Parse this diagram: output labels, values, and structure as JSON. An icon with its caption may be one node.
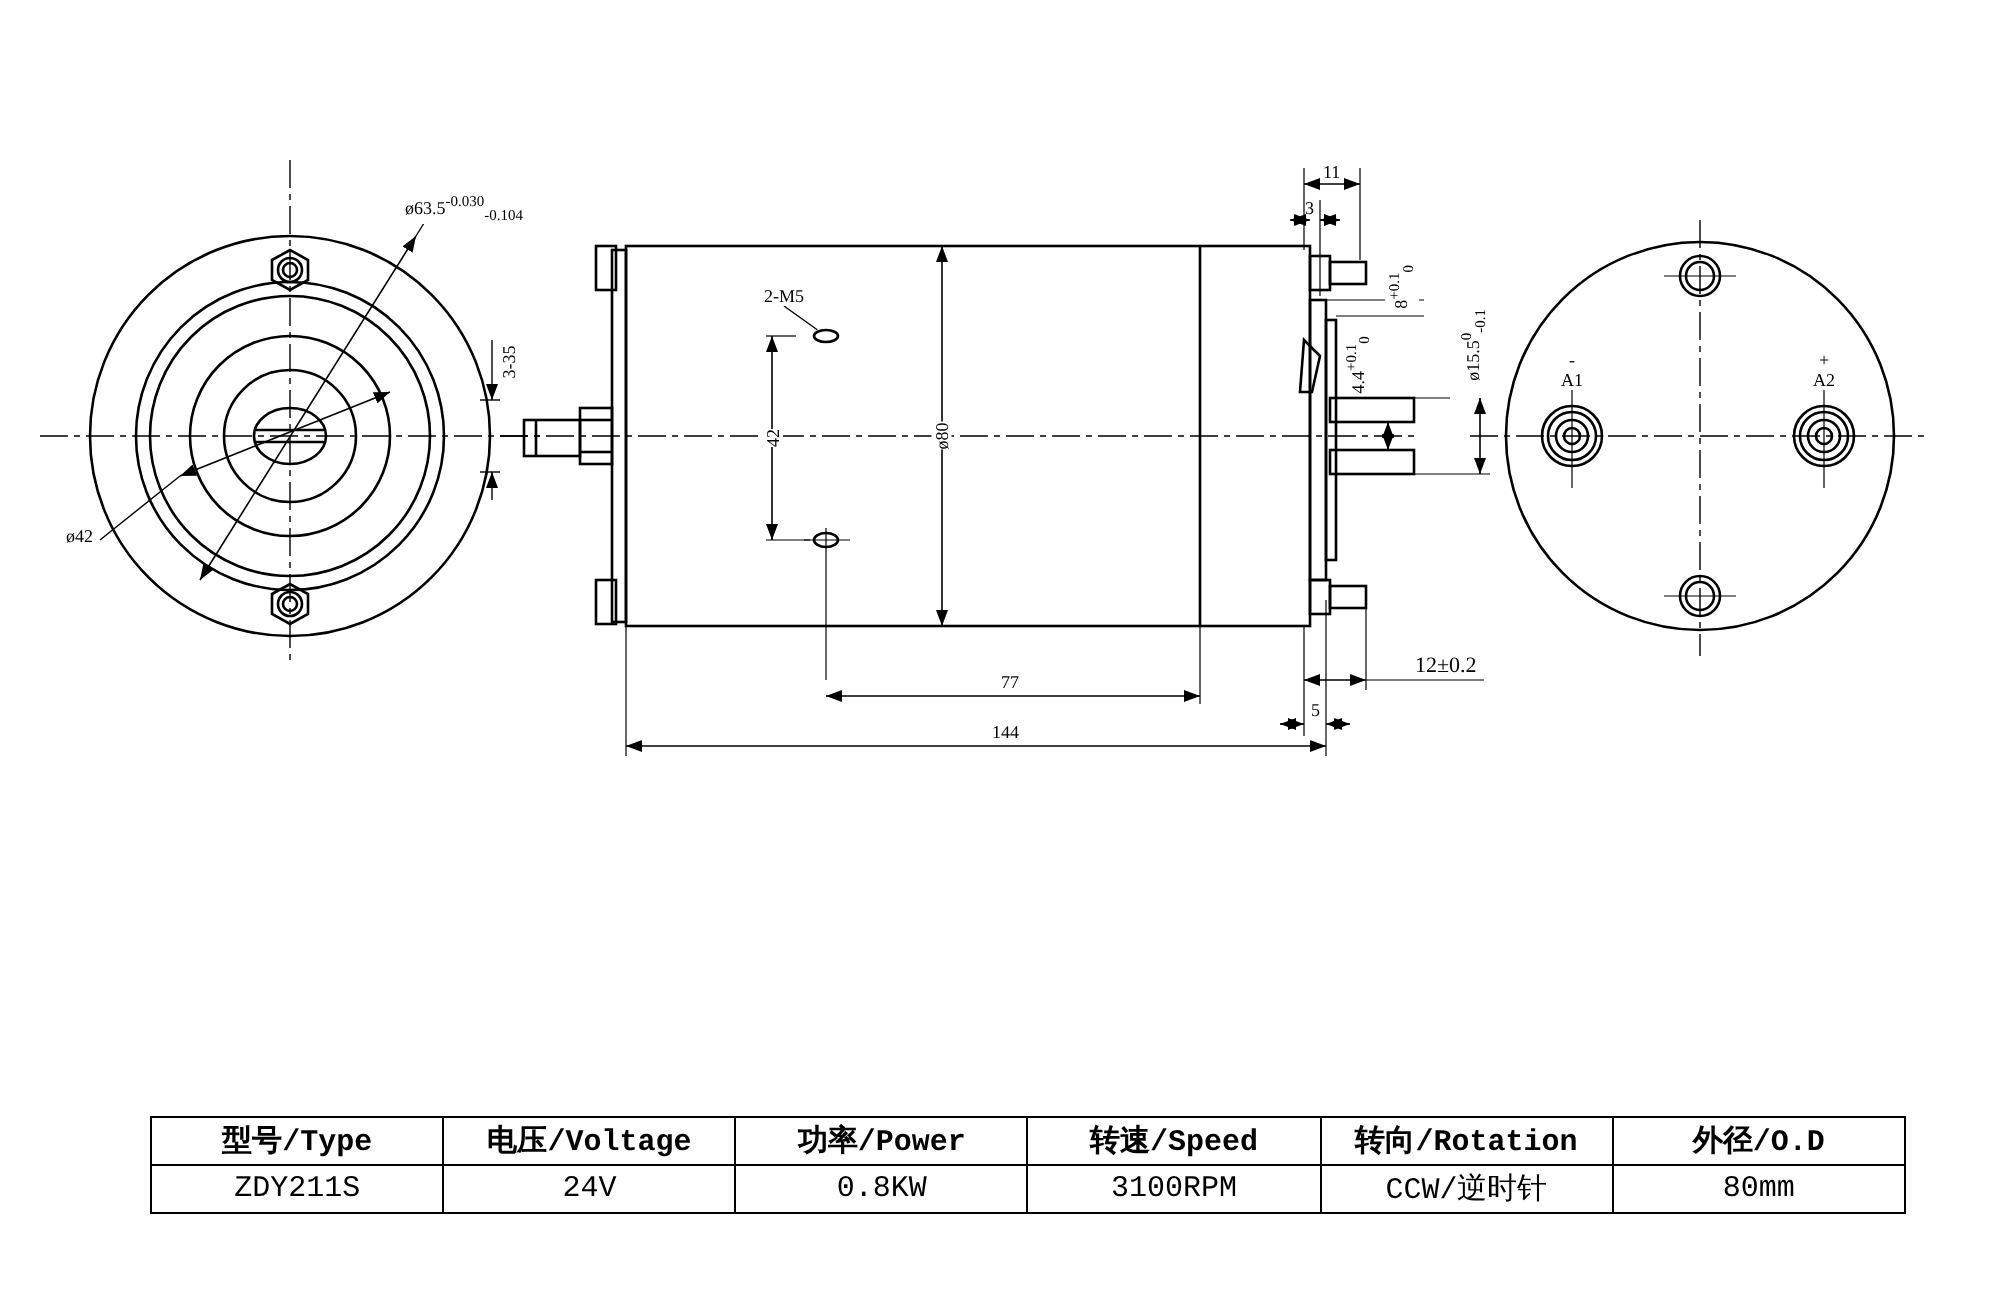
{
  "diagram": {
    "nodes": [
      {
        "text": [
          "2-M5"
        ]
      },
      {
        "text": [],
        "shape": "circle"
      }
    ],
    "edges": [
      {
        "from": 0,
        "to": 1,
        "arrow": "none"
      }
    ],
    "labels": [
      "ø63.5$^{-0.030}$$_{-0.104}$",
      "11",
      "3",
      "3-35",
      "8$^{+0.1}$$_{0}$",
      "ø80",
      "4.4$^{+0.1}$$_{0}$",
      "ø15.5$^{0}$$_{-0.1}$",
      "-",
      "A1",
      "+",
      "A2",
      "ø42",
      "42",
      "77",
      "12±0.2",
      "5",
      "144",
      "型号/Type",
      "电压/Voltage",
      "功率/Power",
      "转速/Speed",
      "转向/Rotation",
      "外径/O.D",
      "ZDY211S",
      "24V",
      "0.8KW",
      "3100RPM",
      "CCW/逆时针",
      "80mm"
    ]
  }
}
